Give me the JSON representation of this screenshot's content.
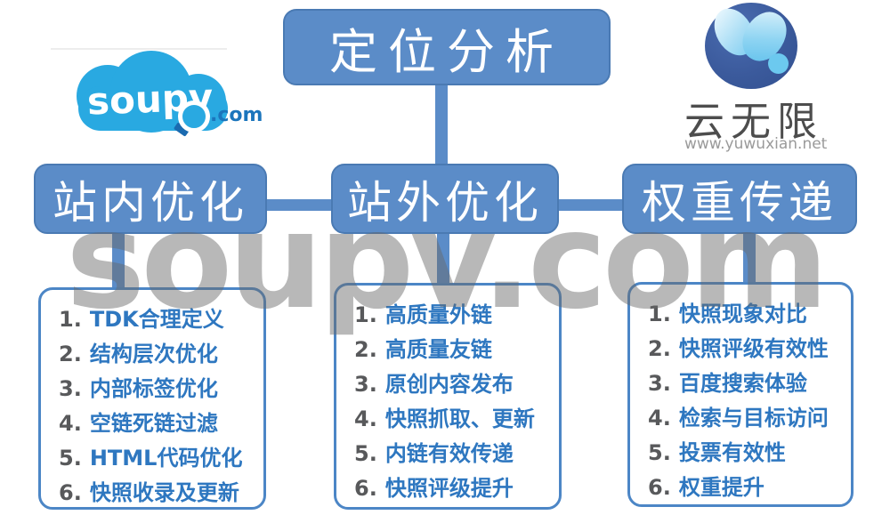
{
  "watermark": "soupv.com",
  "colors": {
    "box_blue": "#5b8cc8",
    "box_border": "#4a7ab3",
    "list_border": "#4c86c6",
    "item_number_gray": "#58595b",
    "item_text_blue": "#2e77c0",
    "cloud_blue": "#29a9e1",
    "yw_navy": "#3b5a9c"
  },
  "top_box": {
    "label": "定位分析"
  },
  "branches": [
    {
      "title": "站内优化",
      "items": [
        {
          "num": "1.",
          "text": "TDK合理定义"
        },
        {
          "num": "2.",
          "text": "结构层次优化"
        },
        {
          "num": "3.",
          "text": "内部标签优化"
        },
        {
          "num": "4.",
          "text": "空链死链过滤"
        },
        {
          "num": "5.",
          "text": "HTML代码优化"
        },
        {
          "num": "6.",
          "text": "快照收录及更新"
        }
      ]
    },
    {
      "title": "站外优化",
      "items": [
        {
          "num": "1.",
          "text": "高质量外链"
        },
        {
          "num": "2.",
          "text": "高质量友链"
        },
        {
          "num": "3.",
          "text": "原创内容发布"
        },
        {
          "num": "4.",
          "text": "快照抓取、更新"
        },
        {
          "num": "5.",
          "text": "内链有效传递"
        },
        {
          "num": "6.",
          "text": "快照评级提升"
        }
      ]
    },
    {
      "title": "权重传递",
      "items": [
        {
          "num": "1.",
          "text": "快照现象对比"
        },
        {
          "num": "2.",
          "text": "快照评级有效性"
        },
        {
          "num": "3.",
          "text": "百度搜索体验"
        },
        {
          "num": "4.",
          "text": "检索与目标访问"
        },
        {
          "num": "5.",
          "text": "投票有效性"
        },
        {
          "num": "6.",
          "text": "权重提升"
        }
      ]
    }
  ],
  "logos": {
    "soupv": {
      "name": "soupv",
      "tld": ".com"
    },
    "yunwuxian": {
      "name": "云无限",
      "url": "www.yuwuxian.net"
    }
  }
}
